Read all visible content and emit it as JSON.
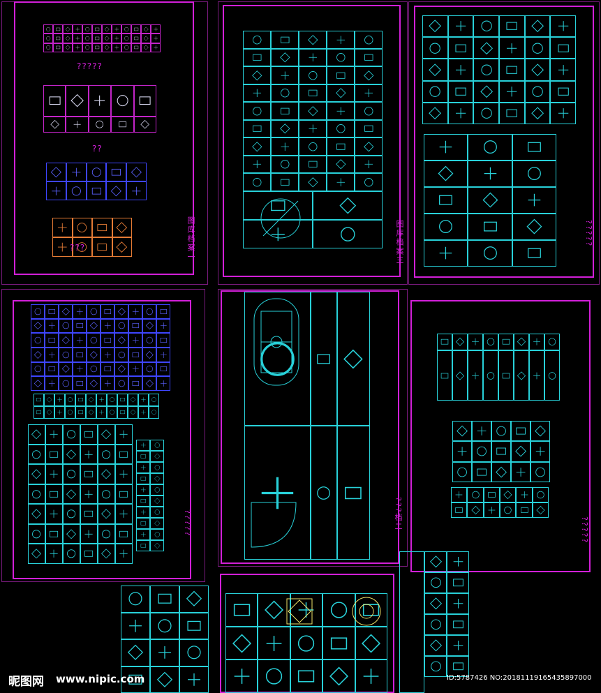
{
  "sheet1": {
    "label": "图库档案一",
    "q1": "?????",
    "q2": "??",
    "q3": "???"
  },
  "sheet2": {
    "label": "图库档案三"
  },
  "sheet3": {
    "label": "?????"
  },
  "sheet4": {
    "label": "?????"
  },
  "sheet5": {
    "label": "???档二"
  },
  "sheet6": {
    "label": "?????"
  },
  "watermark": {
    "logo": "昵图网",
    "url": "www.nipic.com"
  },
  "image_id": "ID:5787426 NO:20181119165435897000",
  "colors": {
    "frame": "#d21fd8",
    "cyan": "#28d1d9",
    "blue": "#3e45ff",
    "orange": "#e57b35",
    "yellow": "#f0e36a"
  }
}
